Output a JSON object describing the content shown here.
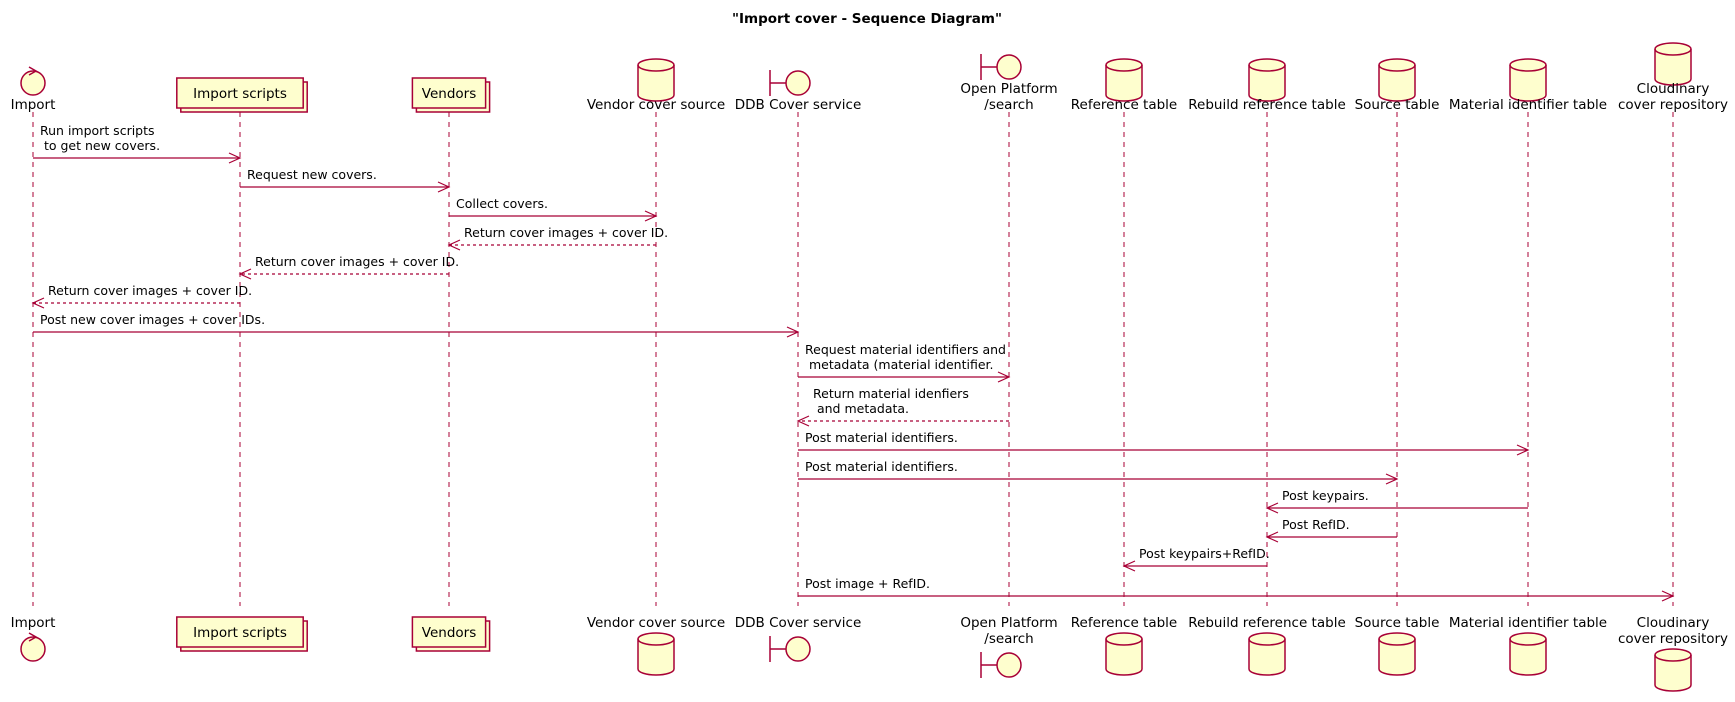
{
  "title": "\"Import cover - Sequence Diagram\"",
  "participants": [
    {
      "id": "import",
      "kind": "control",
      "lines": [
        "Import"
      ]
    },
    {
      "id": "scripts",
      "kind": "collections",
      "lines": [
        "Import scripts"
      ]
    },
    {
      "id": "vendors",
      "kind": "collections",
      "lines": [
        "Vendors"
      ]
    },
    {
      "id": "vendor_source",
      "kind": "database",
      "lines": [
        "Vendor cover source"
      ]
    },
    {
      "id": "ddb",
      "kind": "boundary",
      "lines": [
        "DDB Cover service"
      ]
    },
    {
      "id": "openplatform",
      "kind": "boundary",
      "lines": [
        "Open Platform",
        "/search"
      ]
    },
    {
      "id": "reference",
      "kind": "database",
      "lines": [
        "Reference table"
      ]
    },
    {
      "id": "rebuild",
      "kind": "database",
      "lines": [
        "Rebuild reference table"
      ]
    },
    {
      "id": "source",
      "kind": "database",
      "lines": [
        "Source table"
      ]
    },
    {
      "id": "material",
      "kind": "database",
      "lines": [
        "Material identifier table"
      ]
    },
    {
      "id": "cloudinary",
      "kind": "database",
      "lines": [
        "Cloudinary",
        "cover repository"
      ]
    }
  ],
  "messages": [
    {
      "from": "import",
      "to": "scripts",
      "style": "solid",
      "lines": [
        "Run import scripts",
        " to get new covers."
      ]
    },
    {
      "from": "scripts",
      "to": "vendors",
      "style": "solid",
      "lines": [
        "Request new covers."
      ]
    },
    {
      "from": "vendors",
      "to": "vendor_source",
      "style": "solid",
      "lines": [
        "Collect covers."
      ]
    },
    {
      "from": "vendor_source",
      "to": "vendors",
      "style": "dashed",
      "lines": [
        "Return cover images + cover ID."
      ]
    },
    {
      "from": "vendors",
      "to": "scripts",
      "style": "dashed",
      "lines": [
        "Return cover images + cover ID."
      ]
    },
    {
      "from": "scripts",
      "to": "import",
      "style": "dashed",
      "lines": [
        "Return cover images + cover ID."
      ]
    },
    {
      "from": "import",
      "to": "ddb",
      "style": "solid",
      "lines": [
        "Post new cover images + cover IDs."
      ]
    },
    {
      "from": "ddb",
      "to": "openplatform",
      "style": "solid",
      "lines": [
        "Request material identifiers and",
        " metadata (material identifier."
      ]
    },
    {
      "from": "openplatform",
      "to": "ddb",
      "style": "dashed",
      "lines": [
        "Return material idenfiers",
        " and metadata."
      ]
    },
    {
      "from": "ddb",
      "to": "material",
      "style": "solid",
      "lines": [
        "Post material identifiers."
      ]
    },
    {
      "from": "ddb",
      "to": "source",
      "style": "solid",
      "lines": [
        "Post material identifiers."
      ]
    },
    {
      "from": "material",
      "to": "rebuild",
      "style": "solid",
      "lines": [
        "Post keypairs."
      ]
    },
    {
      "from": "source",
      "to": "rebuild",
      "style": "solid",
      "lines": [
        "Post RefID."
      ]
    },
    {
      "from": "rebuild",
      "to": "reference",
      "style": "solid",
      "lines": [
        "Post keypairs+RefID."
      ]
    },
    {
      "from": "ddb",
      "to": "cloudinary",
      "style": "solid",
      "lines": [
        "Post image + RefID."
      ]
    }
  ]
}
